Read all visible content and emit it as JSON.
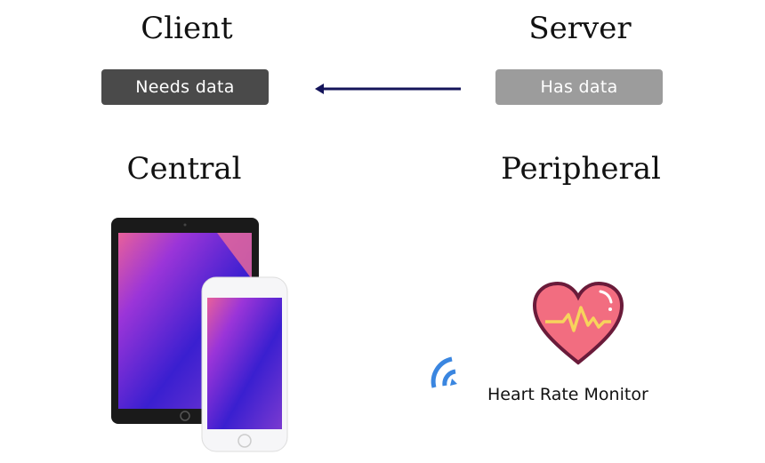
{
  "client": {
    "title": "Client",
    "badge": "Needs data",
    "badge_color": "#4a4a4a"
  },
  "server": {
    "title": "Server",
    "badge": "Has data",
    "badge_color": "#9c9c9c"
  },
  "arrow": {
    "direction": "server-to-client",
    "color": "#14145a"
  },
  "central": {
    "title": "Central",
    "devices": [
      "tablet",
      "phone"
    ]
  },
  "peripheral": {
    "title": "Peripheral",
    "device_label": "Heart Rate Monitor",
    "signal_color": "#3a86e0",
    "heart_color": "#f26d80"
  }
}
